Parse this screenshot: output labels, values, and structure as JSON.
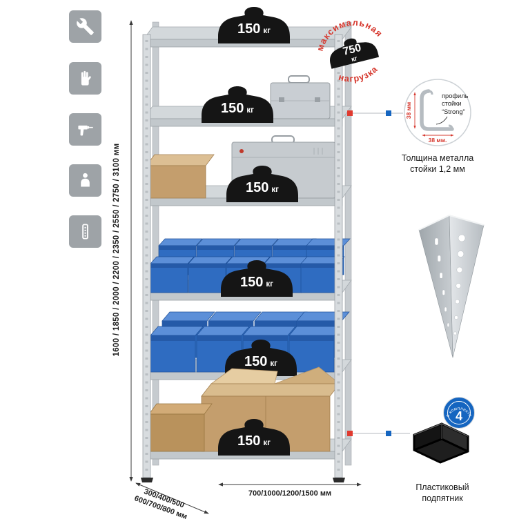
{
  "palette": {
    "accent_red": "#d6382e",
    "accent_blue": "#1565c0",
    "metal_gray": "#cdd2d6",
    "bin_blue": "#2f6cc1",
    "tile_gray": "#9ea3a7"
  },
  "side_icons": [
    {
      "name": "wrench-icon"
    },
    {
      "name": "gloves-icon"
    },
    {
      "name": "drill-icon"
    },
    {
      "name": "person-icon"
    },
    {
      "name": "perforated-post-icon"
    }
  ],
  "dimensions": {
    "height": "1600 / 1850 / 2000 / 2200 / 2350 / 2550 / 2750 / 3100 мм",
    "depth": "300/400/500\n600/700/800 мм",
    "width": "700/1000/1200/1500 мм"
  },
  "shelves": [
    {
      "load": "150",
      "unit": "кг"
    },
    {
      "load": "150",
      "unit": "кг"
    },
    {
      "load": "150",
      "unit": "кг"
    },
    {
      "load": "150",
      "unit": "кг"
    },
    {
      "load": "150",
      "unit": "кг"
    },
    {
      "load": "150",
      "unit": "кг"
    }
  ],
  "max_load_stamp": {
    "arc_top": "максимальная",
    "arc_bottom": "нагрузка",
    "value": "750",
    "unit": "кг"
  },
  "profile_detail": {
    "line1": "профиль",
    "line2": "стойки",
    "line3": "“Strong”",
    "dim_side": "38 мм",
    "dim_bottom": "38 мм.",
    "caption": "Толщина металла\nстойки 1,2 мм"
  },
  "foot_detail": {
    "badge_value": "4",
    "badge_text": "в комплекте",
    "caption": "Пластиковый\nподпятник"
  }
}
